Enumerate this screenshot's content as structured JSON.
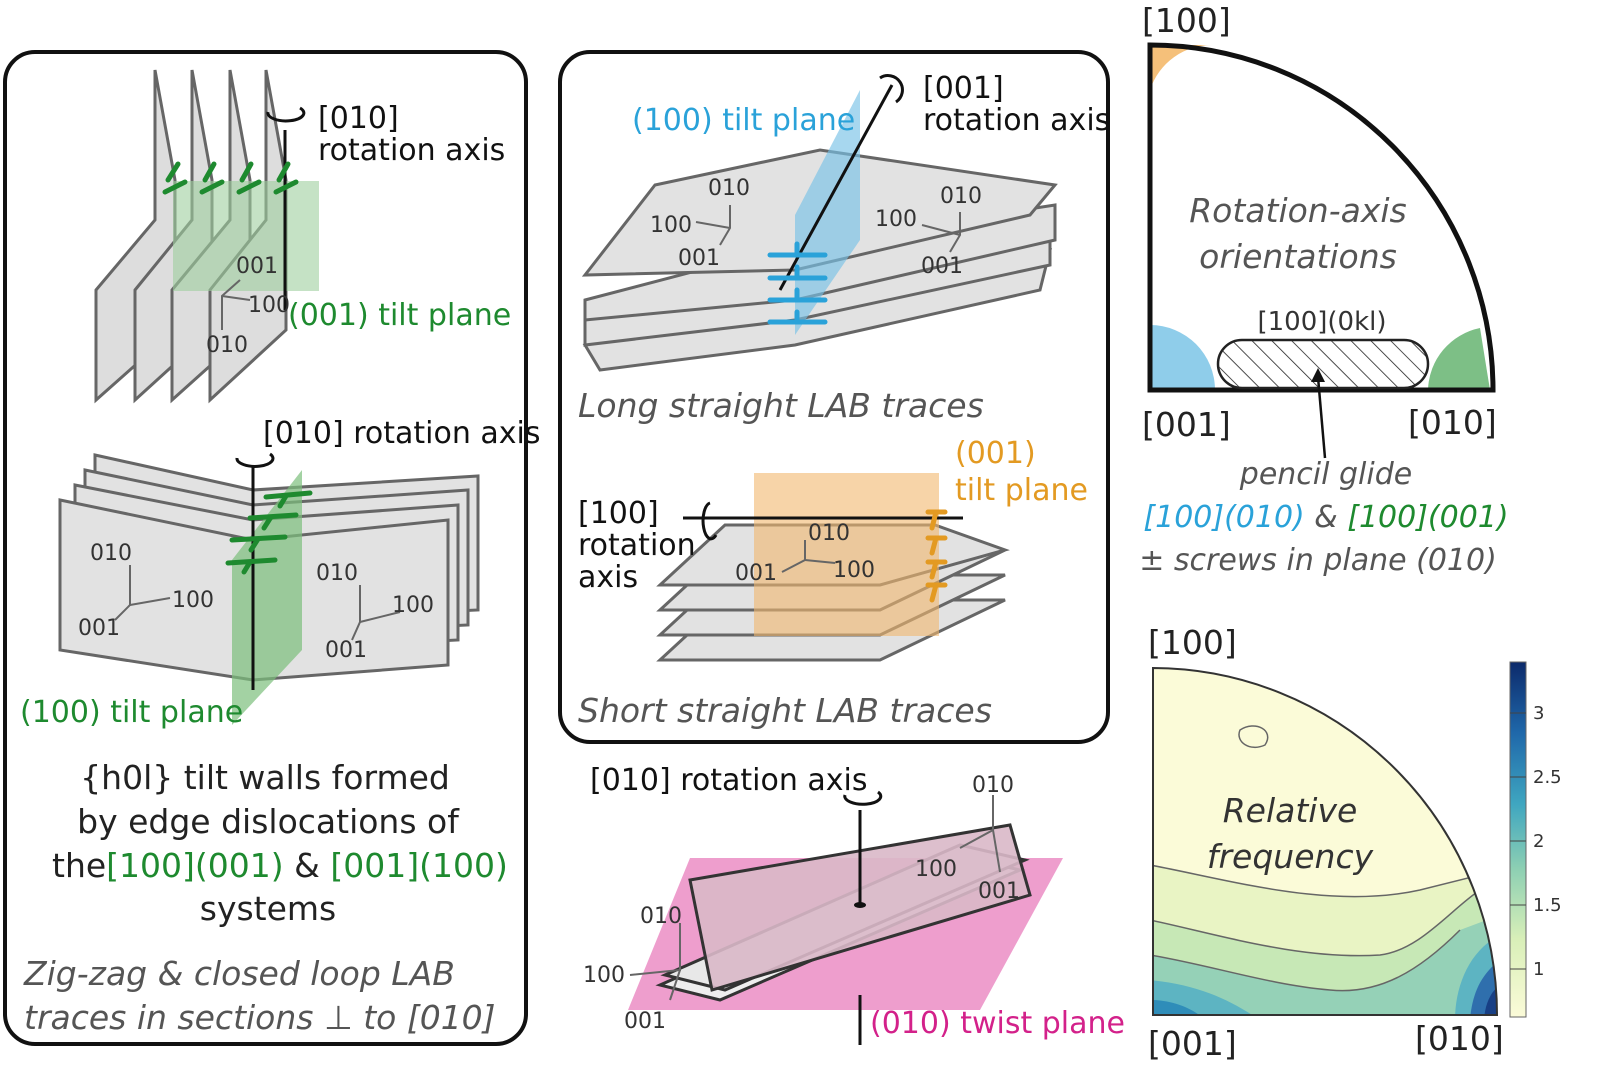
{
  "panel_a": {
    "top_axis_label_1": "[010]",
    "top_axis_label_2": "rotation axis",
    "top_plane_label": "(001) tilt plane",
    "top_miller": [
      "001",
      "100",
      "010"
    ],
    "mid_axis_label": "[010] rotation axis",
    "mid_miller_left": [
      "010",
      "100",
      "001"
    ],
    "mid_miller_right": [
      "010",
      "100",
      "001"
    ],
    "mid_plane_label": "(100) tilt plane",
    "desc_line1": "{h0l} tilt walls  formed",
    "desc_line2": "by edge dislocations of",
    "desc_line3_a": "the",
    "desc_line3_b": "[100](001)",
    "desc_line3_c": " & ",
    "desc_line3_d": "[001](100)",
    "desc_line4": "systems",
    "caption_line1": "Zig-zag & closed loop LAB",
    "caption_line2": "traces in sections ⊥  to [010]"
  },
  "panel_b": {
    "top_axis_label_1": "[001]",
    "top_axis_label_2": "rotation axis",
    "top_plane_label": "(100) tilt plane",
    "top_miller_left": [
      "010",
      "100",
      "001"
    ],
    "top_miller_right": [
      "010",
      "100",
      "001"
    ],
    "top_caption": "Long straight LAB traces",
    "bot_plane_label_1": "(001)",
    "bot_plane_label_2": "tilt plane",
    "bot_axis_label_1": "[100]",
    "bot_axis_label_2": "rotation",
    "bot_axis_label_3": "axis",
    "bot_miller": [
      "010",
      "001",
      "100"
    ],
    "bot_caption": "Short straight LAB traces"
  },
  "panel_c": {
    "axis_label": "[010] rotation axis",
    "miller_right": [
      "010",
      "100",
      "001"
    ],
    "miller_left": [
      "010",
      "100",
      "001"
    ],
    "plane_label": "(010) twist plane"
  },
  "panel_d": {
    "label_top": "[100]",
    "label_left": "[001]",
    "label_right": "[010]",
    "title_line1": "Rotation-axis",
    "title_line2": "orientations",
    "region_label": "[100](0kl)",
    "pencil_line1": "pencil glide",
    "pencil_blue": "[100](010)",
    "pencil_amp": " & ",
    "pencil_green": "[100](001)",
    "pencil_line3": "± screws in plane (010)"
  },
  "panel_e": {
    "label_top": "[100]",
    "label_left": "[001]",
    "label_right": "[010]",
    "title_line1": "Relative",
    "title_line2": "frequency",
    "colorbar_ticks": [
      "3",
      "2.5",
      "2",
      "1.5",
      "1"
    ]
  },
  "colors": {
    "green": "#1e8a2f",
    "blue": "#2aa2d9",
    "orange": "#e39a22",
    "magenta": "#d3218a",
    "colormap_low": "#fbfbd8",
    "colormap_high": "#0c2a6b"
  }
}
